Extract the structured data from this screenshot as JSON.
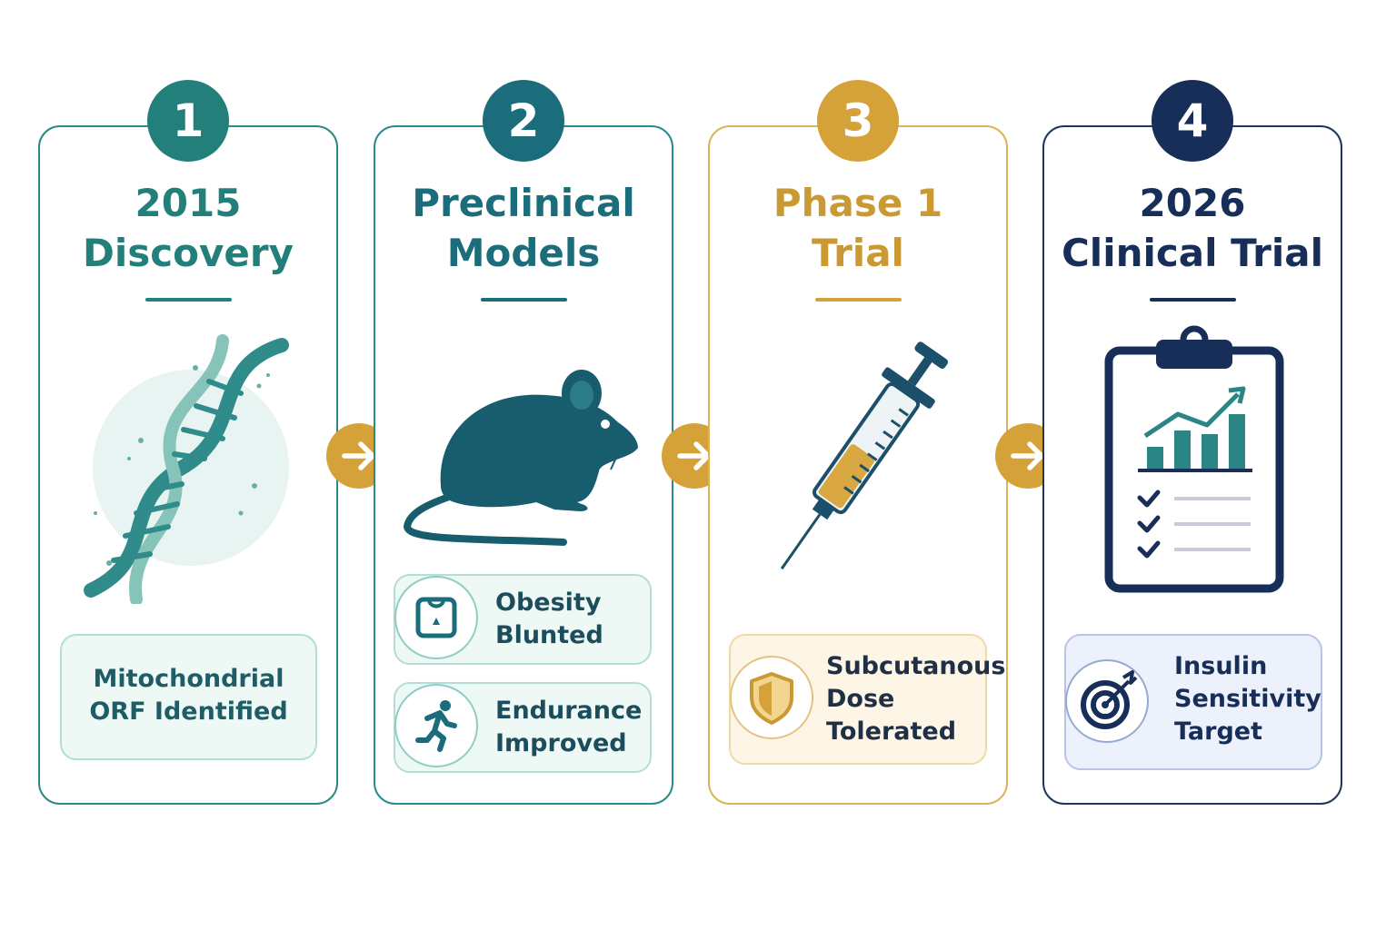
{
  "steps": [
    {
      "number": "1",
      "title_line1": "2015",
      "title_line2": "Discovery",
      "color": "#237f7a",
      "illustration": "dna-helix-icon",
      "outcome": {
        "line1": "Mitochondrial",
        "line2": "ORF Identified"
      }
    },
    {
      "number": "2",
      "title_line1": "Preclinical",
      "title_line2": "Models",
      "color": "#1c6d7b",
      "illustration": "mouse-icon",
      "outcomes": [
        {
          "icon": "scale-icon",
          "line1": "Obesity",
          "line2": "Blunted"
        },
        {
          "icon": "runner-icon",
          "line1": "Endurance",
          "line2": "Improved"
        }
      ]
    },
    {
      "number": "3",
      "title_line1": "Phase 1",
      "title_line2": "Trial",
      "color": "#d5a23a",
      "illustration": "syringe-icon",
      "outcome": {
        "icon": "shield-icon",
        "line1": "Subcutanous",
        "line2": "Dose",
        "line3": "Tolerated"
      }
    },
    {
      "number": "4",
      "title_line1": "2026",
      "title_line2": "Clinical Trial",
      "color": "#172f58",
      "illustration": "clipboard-chart-icon",
      "outcome": {
        "icon": "target-icon",
        "line1": "Insulin",
        "line2": "Sensitivity",
        "line3": "Target"
      }
    }
  ],
  "connector_icon": "arrow-right-icon",
  "connector_color": "#d5a23a"
}
